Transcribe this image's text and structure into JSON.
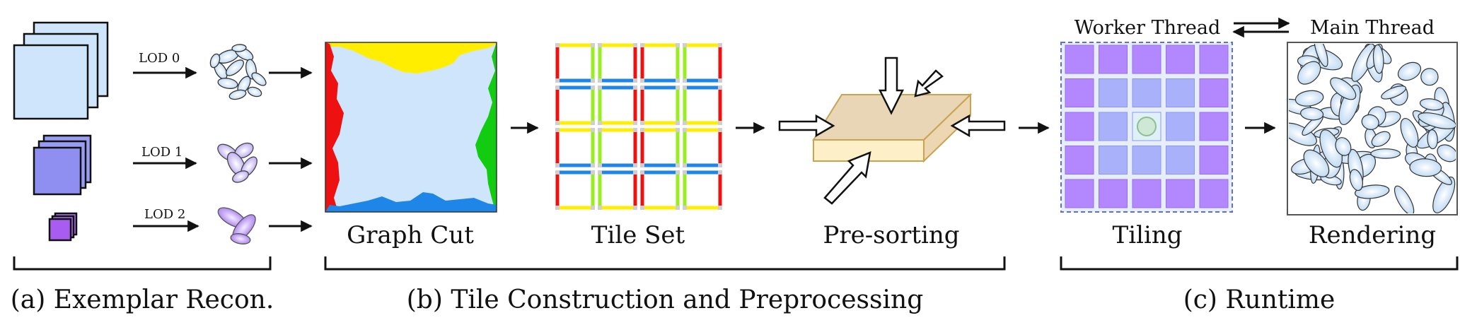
{
  "exemplar": {
    "lod_labels": [
      "LOD 0",
      "LOD 1",
      "LOD 2"
    ],
    "section_label": "(a) Exemplar Recon."
  },
  "tile_construction": {
    "graph_cut_label": "Graph Cut",
    "tile_set_label": "Tile Set",
    "presorting_label": "Pre-sorting",
    "section_label": "(b) Tile Construction and Preprocessing"
  },
  "runtime": {
    "worker_thread_label": "Worker Thread",
    "main_thread_label": "Main Thread",
    "tiling_label": "Tiling",
    "rendering_label": "Rendering",
    "section_label": "(c) Runtime"
  },
  "colors": {
    "light_blue": "#cfe5fb",
    "lavender": "#8f8ff2",
    "purple": "#a95cf0",
    "grid_purple": "#b388ff",
    "grid_periwinkle": "#aab1fb",
    "red": "#ee1111",
    "yellow": "#ffee00",
    "green": "#11cc11",
    "blue": "#1e86e8",
    "lime": "#99ee22",
    "box_top": "#e8d6b6",
    "box_front": "#fdf0c8",
    "box_side": "#ecd7b2"
  }
}
